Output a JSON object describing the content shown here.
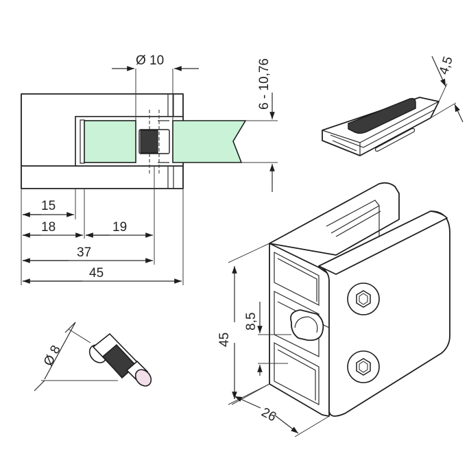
{
  "drawing": {
    "top_view": {
      "dim_bore": "Ø 10",
      "dim_glass": "6 - 10,76",
      "dim_15": "15",
      "dim_18": "18",
      "dim_19": "19",
      "dim_37": "37",
      "dim_45": "45"
    },
    "pad_view": {
      "dim_thickness": "4,5"
    },
    "iso_view": {
      "dim_slot": "8,5",
      "dim_height": "45",
      "dim_depth": "26"
    },
    "pin_view": {
      "dim_pin": "Ø 8"
    },
    "colors": {
      "glass": "#c9f2d6",
      "rubber": "#3a3a3a",
      "pin_tip": "#f3dfe9",
      "line": "#1e1e1e"
    }
  }
}
